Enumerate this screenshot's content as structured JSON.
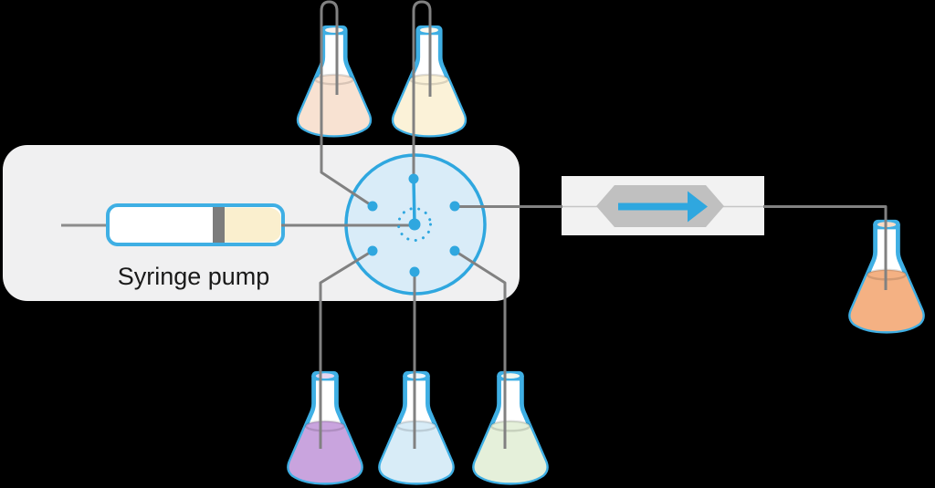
{
  "scene": {
    "background_color": "#000000",
    "tubing_color": "#818181",
    "accent_blue": "#2FA7DF"
  },
  "syringe_pump": {
    "label": "Syringe pump",
    "label_color": "#1A1A1A",
    "label_font_size": 27,
    "housing_color": "#F0F0F1",
    "barrel_outline_color": "#3FAFE4",
    "barrel_fill_color": "#FFFFFF",
    "liquid_color": "#FAEFCE",
    "plunger_color": "#7C7C7C",
    "rod_color": "#8C8C8C"
  },
  "selector_valve": {
    "port_count": 6,
    "body_color": "#D9ECF8",
    "outline_color": "#2FA7DF",
    "selected_port": "top"
  },
  "flow_reactor": {
    "housing_color": "#F2F2F2",
    "body_color": "#C0C0C0",
    "inner_line_color": "#C6C6C6",
    "arrow_color": "#2FA7DF",
    "arrow_direction": "right"
  },
  "flasks": {
    "outline_color": "#3FAFE4",
    "top_left": {
      "liquid_color": "#F8E2D2"
    },
    "top_right": {
      "liquid_color": "#FBF2D8"
    },
    "bottom_left": {
      "liquid_color": "#C9A4DE"
    },
    "bottom_middle": {
      "liquid_color": "#D8ECF7"
    },
    "bottom_right": {
      "liquid_color": "#E5F0DA"
    },
    "output": {
      "liquid_color": "#F4B183"
    }
  }
}
